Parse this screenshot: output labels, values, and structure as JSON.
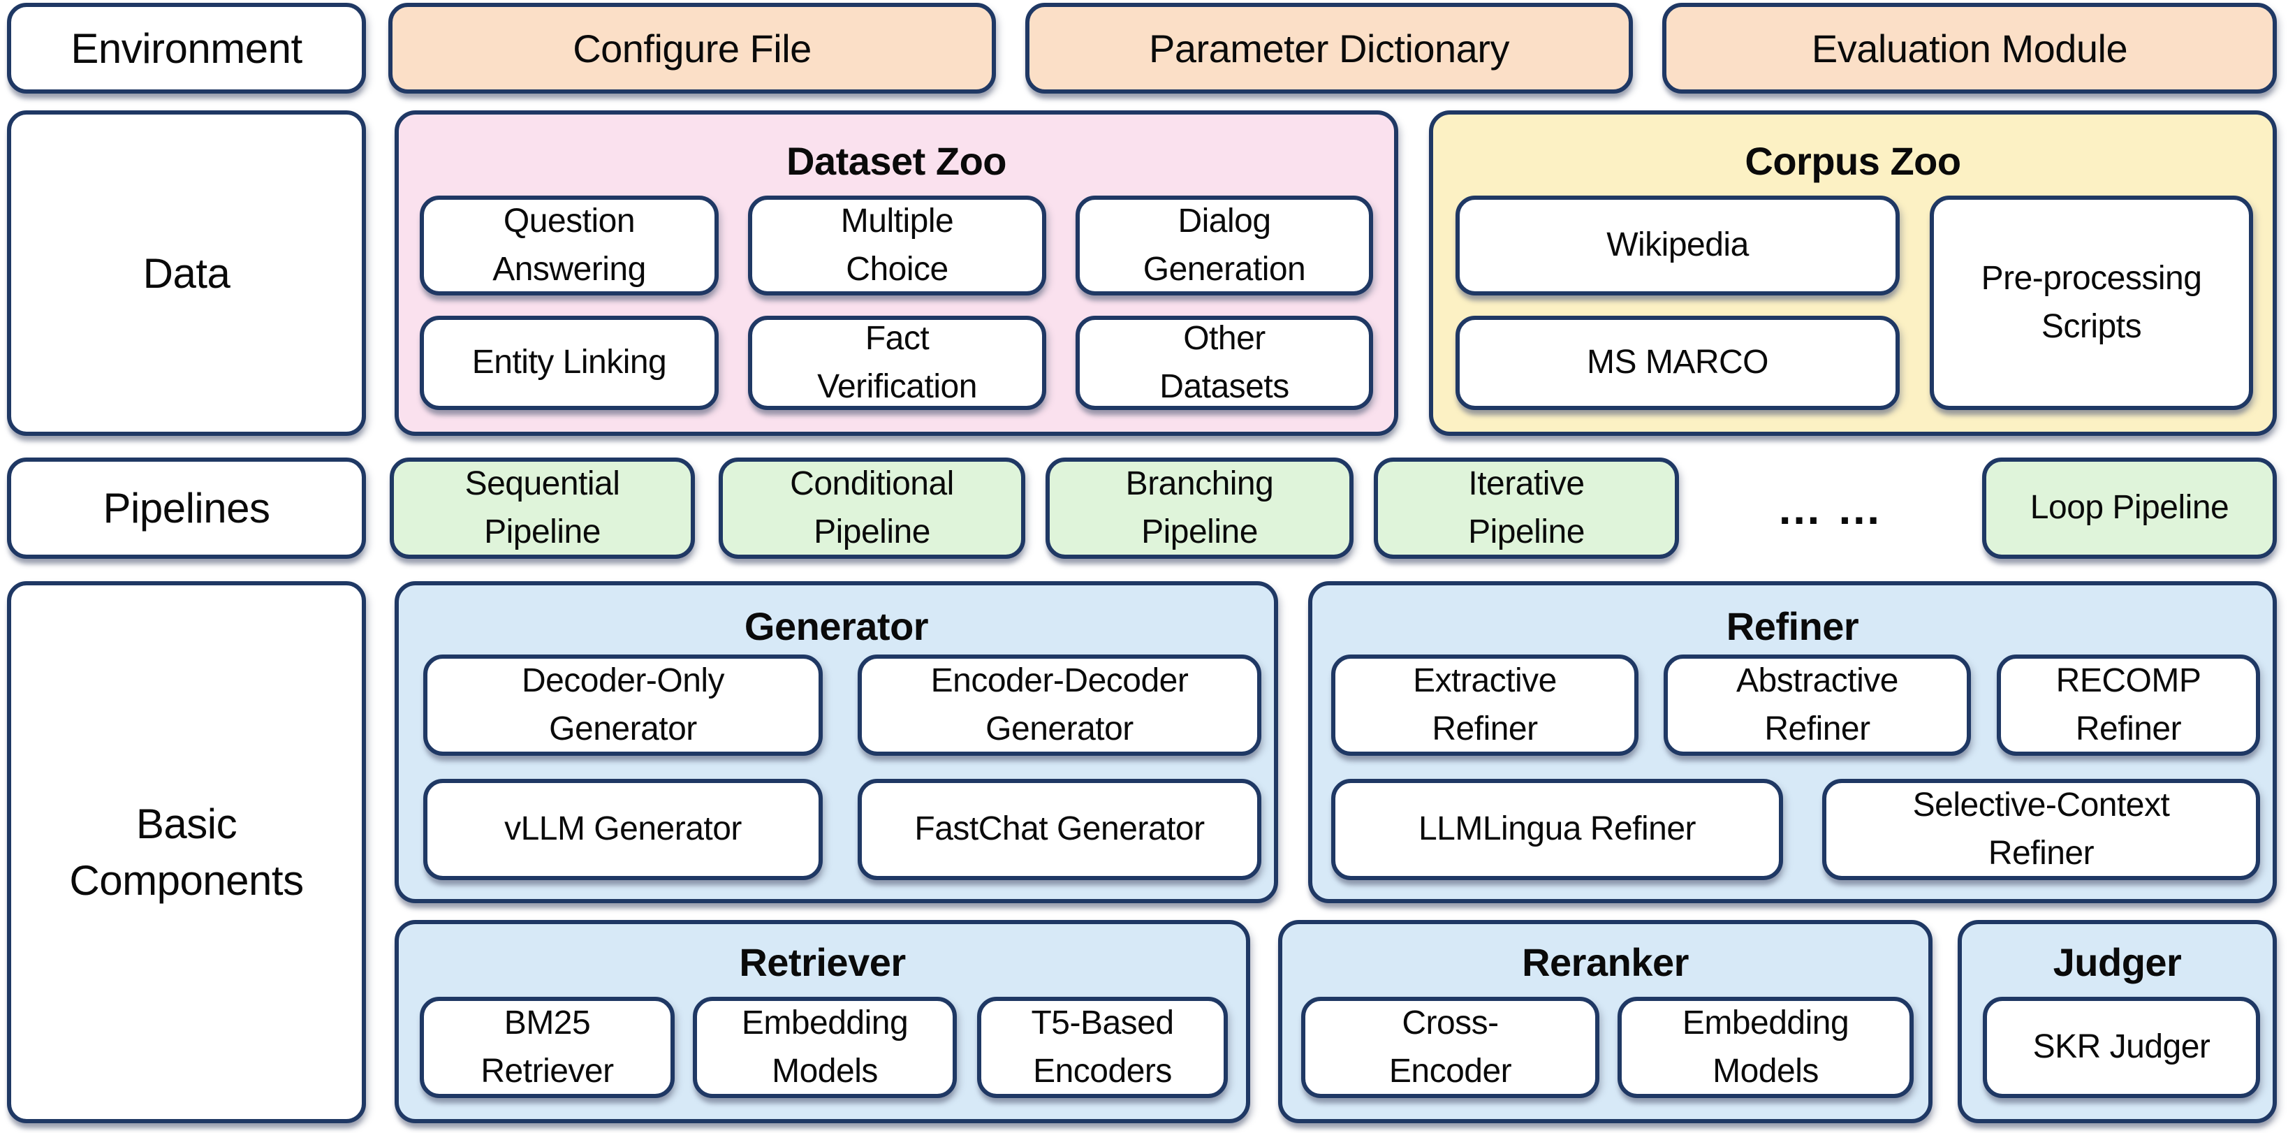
{
  "colors": {
    "border_navy": "#1f3864",
    "environment_fill": "#fbdfc7",
    "dataset_zoo_fill": "#fae1ee",
    "corpus_zoo_fill": "#fcf1c4",
    "pipeline_fill": "#dff4da",
    "component_fill": "#d7e9f7",
    "inner_box_fill": "#ffffff"
  },
  "rows": {
    "environment": {
      "label": "Environment",
      "items": [
        "Configure File",
        "Parameter Dictionary",
        "Evaluation Module"
      ]
    },
    "data": {
      "label": "Data",
      "dataset_zoo": {
        "title": "Dataset Zoo",
        "items": [
          "Question\nAnswering",
          "Multiple\nChoice",
          "Dialog\nGeneration",
          "Entity Linking",
          "Fact\nVerification",
          "Other\nDatasets"
        ]
      },
      "corpus_zoo": {
        "title": "Corpus Zoo",
        "items": [
          "Wikipedia",
          "MS MARCO",
          "Pre-processing\nScripts"
        ]
      }
    },
    "pipelines": {
      "label": "Pipelines",
      "items": [
        "Sequential\nPipeline",
        "Conditional\nPipeline",
        "Branching\nPipeline",
        "Iterative\nPipeline"
      ],
      "ellipsis": "… …",
      "loop_label": "Loop Pipeline"
    },
    "basic_components": {
      "label": "Basic\nComponents",
      "generator": {
        "title": "Generator",
        "items": [
          "Decoder-Only\nGenerator",
          "Encoder-Decoder\nGenerator",
          "vLLM Generator",
          "FastChat Generator"
        ]
      },
      "refiner": {
        "title": "Refiner",
        "items": [
          "Extractive\nRefiner",
          "Abstractive\nRefiner",
          "RECOMP\nRefiner",
          "LLMLingua Refiner",
          "Selective-Context\nRefiner"
        ]
      },
      "retriever": {
        "title": "Retriever",
        "items": [
          "BM25\nRetriever",
          "Embedding\nModels",
          "T5-Based\nEncoders"
        ]
      },
      "reranker": {
        "title": "Reranker",
        "items": [
          "Cross-\nEncoder",
          "Embedding\nModels"
        ]
      },
      "judger": {
        "title": "Judger",
        "items": [
          "SKR Judger"
        ]
      }
    }
  }
}
